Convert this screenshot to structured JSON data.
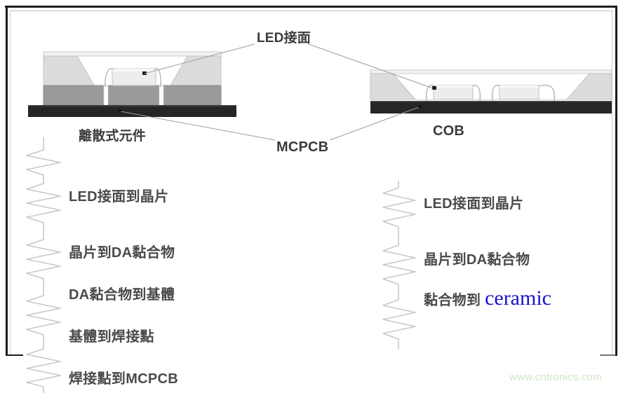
{
  "figure": {
    "title_labels": {
      "led_junction": "LED接面",
      "discrete": "離散式元件",
      "cob": "COB",
      "mcpcb": "MCPCB"
    },
    "watermark": "www.cntronics.com",
    "accent_color": "#1414c8",
    "watermark_color": "#cfe6c4"
  },
  "left_stack": {
    "heading": "離散式元件",
    "items": [
      {
        "label": "LED接面到晶片"
      },
      {
        "label": "晶片到DA黏合物"
      },
      {
        "label": "DA黏合物到基體"
      },
      {
        "label": "基體到焊接點"
      },
      {
        "label": "焊接點到MCPCB"
      }
    ]
  },
  "right_stack": {
    "heading": "COB",
    "items": [
      {
        "label": "LED接面到晶片",
        "emph": ""
      },
      {
        "label": "晶片到DA黏合物",
        "emph": ""
      },
      {
        "label": "黏合物到 ",
        "emph": "ceramic"
      }
    ]
  }
}
